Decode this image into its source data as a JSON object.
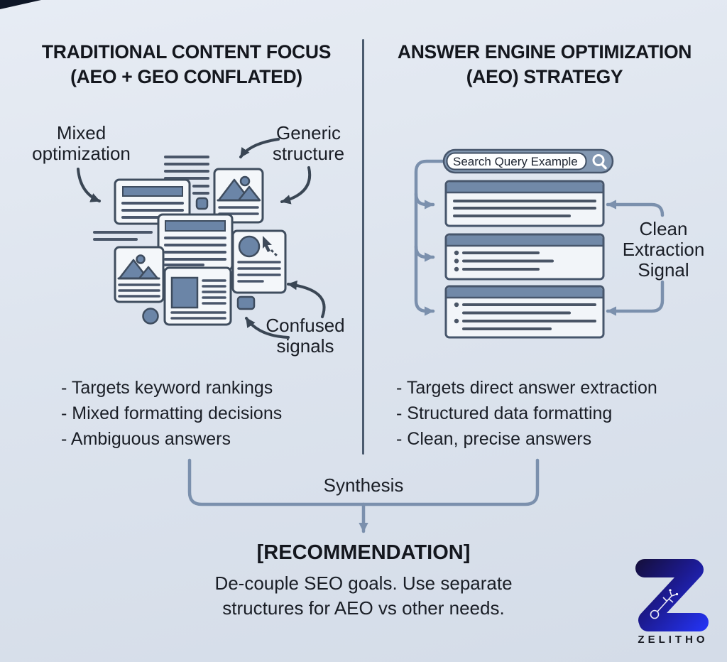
{
  "header": {
    "left_title": "TRADITIONAL CONTENT FOCUS\n(AEO + GEO CONFLATED)",
    "right_title": "ANSWER ENGINE OPTIMIZATION\n(AEO) STRATEGY"
  },
  "left_panel": {
    "label_mixed": "Mixed\noptimization",
    "label_generic": "Generic\nstructure",
    "label_confused": "Confused\nsignals",
    "bullets": [
      "- Targets keyword rankings",
      "- Mixed formatting decisions",
      "- Ambiguous answers"
    ]
  },
  "right_panel": {
    "search_query": "Search Query Example",
    "label_clean": "Clean\nExtraction\nSignal",
    "bullets": [
      "- Targets direct answer extraction",
      "- Structured data formatting",
      "- Clean, precise answers"
    ]
  },
  "synthesis": {
    "label": "Synthesis"
  },
  "recommendation": {
    "title": "[RECOMMENDATION]",
    "body": "De-couple SEO goals. Use separate\nstructures for AEO vs other needs."
  },
  "branding": {
    "name": "ZELITHO"
  },
  "colors": {
    "background_top": "#e7ecf4",
    "background_bottom": "#d4dce8",
    "ink": "#171b23",
    "card_fill": "#f4f7fa",
    "card_border": "#3f4d5e",
    "accent_blue": "#6b85a7",
    "result_header_bar": "#7189a8",
    "connector": "#7b90ad",
    "divider": "#4b5b6f",
    "logo_navy": "#150f3d",
    "logo_blue": "#2433f2"
  }
}
